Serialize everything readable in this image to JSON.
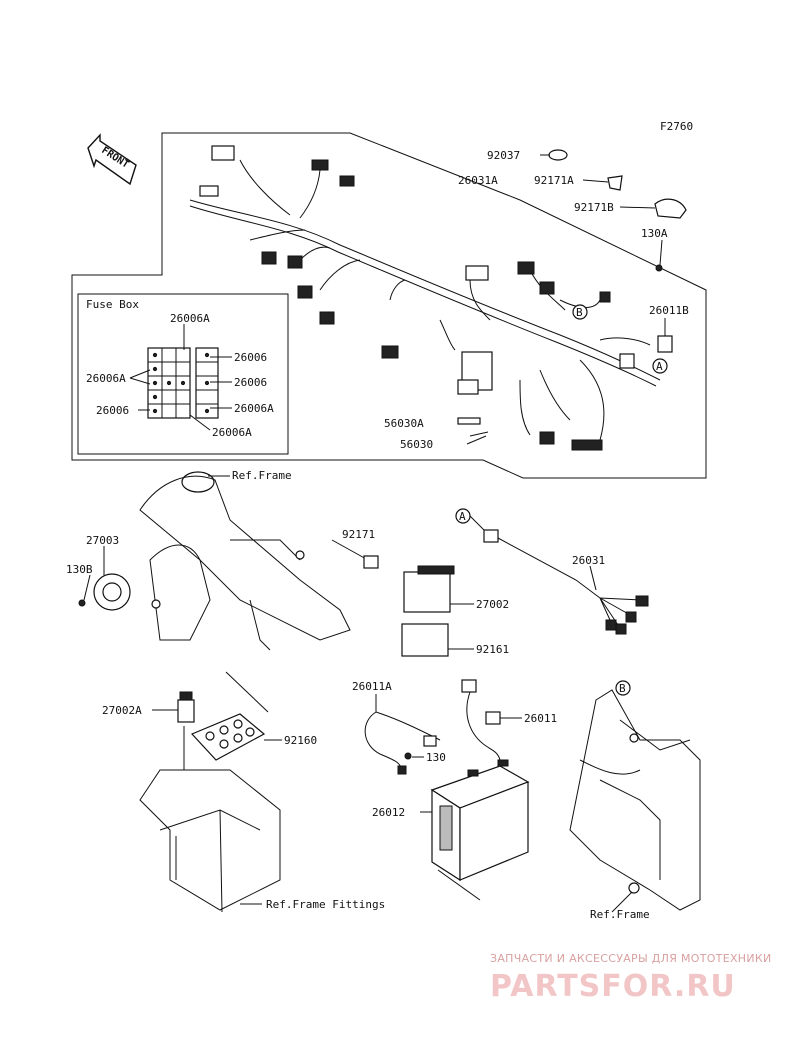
{
  "figure_code": "F2760",
  "front_arrow": "FRONT",
  "fuse_box_title": "Fuse Box",
  "callouts": {
    "p92037": "92037",
    "p26031A": "26031A",
    "p92171A": "92171A",
    "p92171B": "92171B",
    "p130A": "130A",
    "p26011B": "26011B",
    "p26006A_top": "26006A",
    "p26006_r1": "26006",
    "p26006A_l": "26006A",
    "p26006_r2": "26006",
    "p26006_l": "26006",
    "p26006A_r3": "26006A",
    "p26006A_bottom": "26006A",
    "p56030A": "56030A",
    "p56030": "56030",
    "ref_frame_1": "Ref.Frame",
    "p27003": "27003",
    "p130B": "130B",
    "p92171": "92171",
    "p26031": "26031",
    "p27002": "27002",
    "p92161": "92161",
    "p26011A": "26011A",
    "p26011": "26011",
    "p130": "130",
    "p27002A": "27002A",
    "p92160": "92160",
    "p26012": "26012",
    "ref_frame_fittings": "Ref.Frame Fittings",
    "ref_frame_2": "Ref.Frame"
  },
  "connector_markers": {
    "a1": "A",
    "a2": "A",
    "b1": "B",
    "b2": "B"
  },
  "watermark": {
    "tagline": "ЗАПЧАСТИ И АКСЕССУАРЫ ДЛЯ МОТОТЕХНИКИ",
    "brand": "PARTSFOR.RU"
  }
}
